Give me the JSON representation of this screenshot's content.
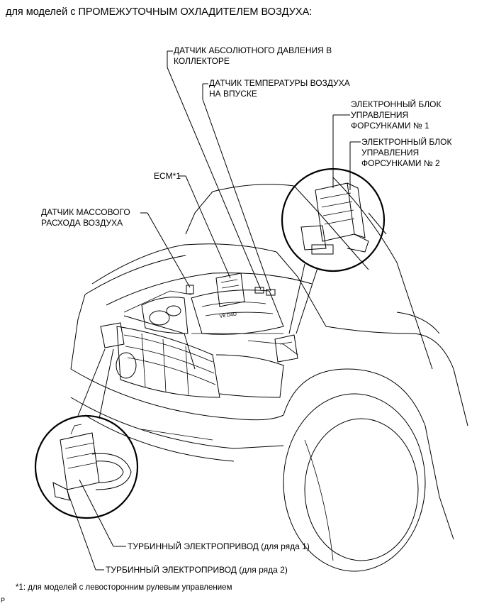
{
  "title": "для моделей с ПРОМЕЖУТОЧНЫМ ОХЛАДИТЕЛЕМ ВОЗДУХА:",
  "labels": {
    "map_sensor_line1": "ДАТЧИК АБСОЛЮТНОГО ДАВЛЕНИЯ В",
    "map_sensor_line2": "КОЛЛЕКТОРЕ",
    "iat_sensor_line1": "ДАТЧИК ТЕМПЕРАТУРЫ ВОЗДУХА",
    "iat_sensor_line2": "НА ВПУСКЕ",
    "edu1_line1": "ЭЛЕКТРОННЫЙ БЛОК",
    "edu1_line2": "УПРАВЛЕНИЯ",
    "edu1_line3": "ФОРСУНКАМИ № 1",
    "edu2_line1": "ЭЛЕКТРОННЫЙ БЛОК",
    "edu2_line2": "УПРАВЛЕНИЯ",
    "edu2_line3": "ФОРСУНКАМИ № 2",
    "ecm": "ECM*1",
    "maf_line1": "ДАТЧИК МАССОВОГО",
    "maf_line2": "РАСХОДА ВОЗДУХА",
    "turbo_bank1": "ТУРБИННЫЙ ЭЛЕКТРОПРИВОД (для ряда 1)",
    "turbo_bank2": "ТУРБИННЫЙ ЭЛЕКТРОПРИВОД (для ряда 2)"
  },
  "footnote": "*1: для моделей с левосторонним рулевым управлением",
  "corner_code": "P"
}
